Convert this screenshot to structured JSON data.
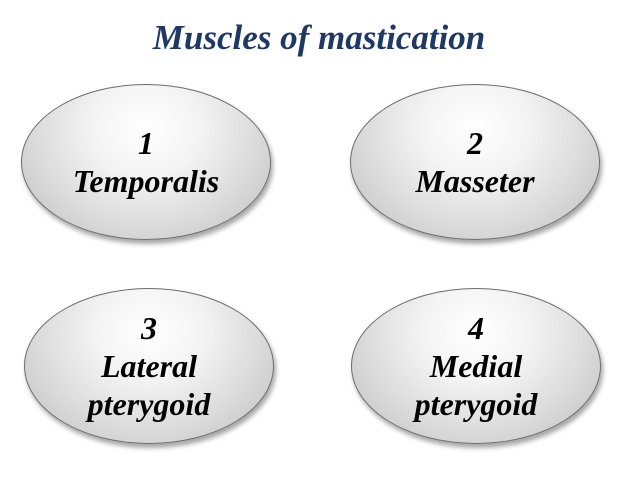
{
  "title": "Muscles of mastication",
  "muscles": [
    {
      "number": "1",
      "name": "Temporalis"
    },
    {
      "number": "2",
      "name": "Masseter"
    },
    {
      "number": "3",
      "name": "Lateral\npterygoid"
    },
    {
      "number": "4",
      "name": "Medial\npterygoid"
    }
  ]
}
